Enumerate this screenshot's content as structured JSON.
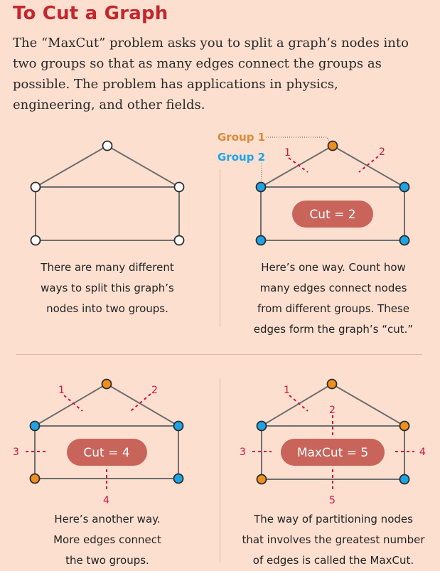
{
  "title": "To Cut a Graph",
  "intro": [
    "The “MaxCut” problem asks you to split a graph’s nodes into",
    "two groups so that as many edges connect the groups as",
    "possible. The problem has applications in physics,",
    "engineering, and other fields."
  ],
  "colors": {
    "group1": "#ef8f1f",
    "group2": "#1ea4e6",
    "cut": "#d4113d",
    "pill": "#c9645b",
    "title": "#c4262e"
  },
  "panel1": {
    "caption": [
      "There are many different",
      "ways to split this graph’s",
      "nodes into two groups."
    ]
  },
  "panel2": {
    "group1_label": "Group 1",
    "group2_label": "Group 2",
    "cut_labels": [
      "1",
      "2"
    ],
    "pill": "Cut = 2",
    "caption": [
      "Here’s one way. Count how",
      "many edges connect nodes",
      "from different groups. These",
      "edges form the graph’s “cut.”"
    ]
  },
  "panel3": {
    "cut_labels": [
      "1",
      "2",
      "3",
      "4"
    ],
    "pill": "Cut = 4",
    "caption": [
      "Here’s another way.",
      "More edges connect",
      "the two groups."
    ]
  },
  "panel4": {
    "cut_labels": [
      "1",
      "2",
      "3",
      "4",
      "5"
    ],
    "pill": "MaxCut = 5",
    "caption": [
      "The way of partitioning nodes",
      "that involves the greatest number",
      "of edges is called the MaxCut."
    ]
  }
}
